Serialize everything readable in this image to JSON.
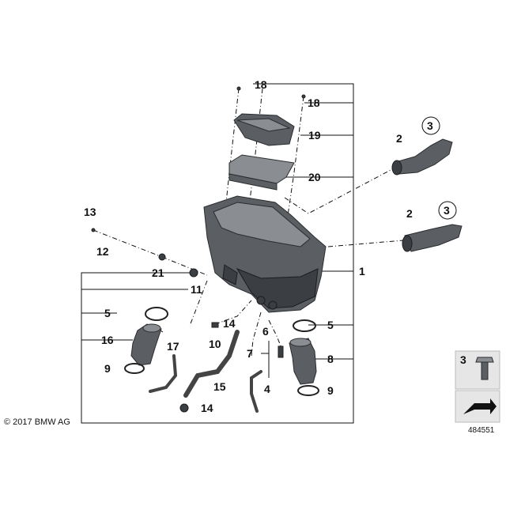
{
  "copyright": "© 2017 BMW AG",
  "diagram_id": "484551",
  "callouts": {
    "c1": "1",
    "c2a": "2",
    "c2b": "2",
    "c3a": "3",
    "c3b": "3",
    "c3legend": "3",
    "c4": "4",
    "c5a": "5",
    "c5b": "5",
    "c6": "6",
    "c7": "7",
    "c8": "8",
    "c9a": "9",
    "c9b": "9",
    "c10": "10",
    "c11": "11",
    "c12": "12",
    "c13": "13",
    "c14a": "14",
    "c14b": "14",
    "c15": "15",
    "c16": "16",
    "c17": "17",
    "c18a": "18",
    "c18b": "18",
    "c19": "19",
    "c20": "20",
    "c21": "21"
  },
  "colors": {
    "part": "#5b5f64",
    "line": "#111111",
    "legend_bg": "#e6e6e6"
  }
}
